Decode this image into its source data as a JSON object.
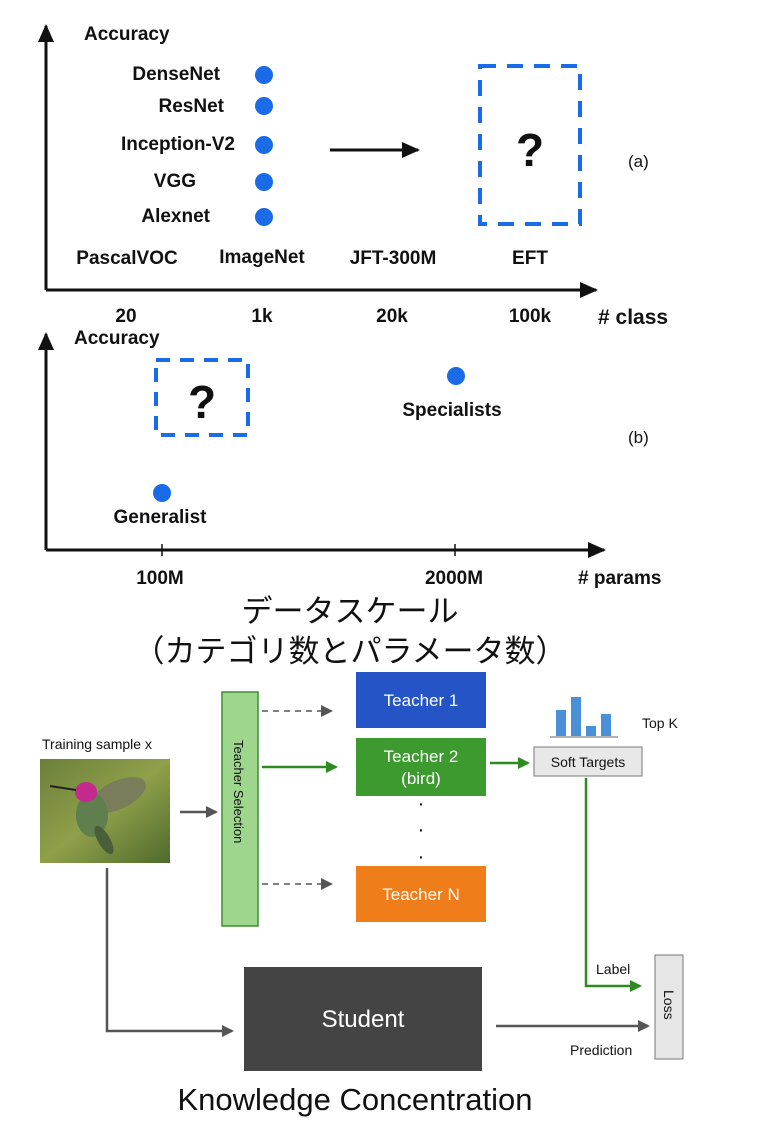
{
  "panel_a": {
    "y_label": "Accuracy",
    "x_label": "# class",
    "panel_tag": "(a)",
    "models": [
      "DenseNet",
      "ResNet",
      "Inception-V2",
      "VGG",
      "Alexnet"
    ],
    "datasets": [
      "PascalVOC",
      "ImageNet",
      "JFT-300M",
      "EFT"
    ],
    "ticks": [
      "20",
      "1k",
      "20k",
      "100k"
    ],
    "unknown": "?",
    "dot_color": "#1a6be8"
  },
  "panel_b": {
    "y_label": "Accuracy",
    "x_label": "# params",
    "panel_tag": "(b)",
    "points": [
      "Specialists",
      "Generalist"
    ],
    "ticks": [
      "100M",
      "2000M"
    ],
    "unknown": "?"
  },
  "caption_ja": {
    "line1": "データスケール",
    "line2": "（カテゴリ数とパラメータ数）"
  },
  "pipeline": {
    "training_sample": "Training sample x",
    "teacher_selection": "Teacher Selection",
    "teachers": [
      {
        "line1": "Teacher 1",
        "line2": "",
        "color": "#2554c7"
      },
      {
        "line1": "Teacher 2",
        "line2": "(bird)",
        "color": "#3c9a2f"
      },
      {
        "line1": "Teacher N",
        "line2": "",
        "color": "#ee7d1a"
      }
    ],
    "dots": [
      "·",
      "·",
      "·"
    ],
    "top_k": "Top K",
    "soft_targets": "Soft Targets",
    "label": "Label",
    "prediction": "Prediction",
    "loss": "Loss",
    "student": "Student",
    "green": "#2e8b1f"
  },
  "caption_en": "Knowledge Concentration"
}
